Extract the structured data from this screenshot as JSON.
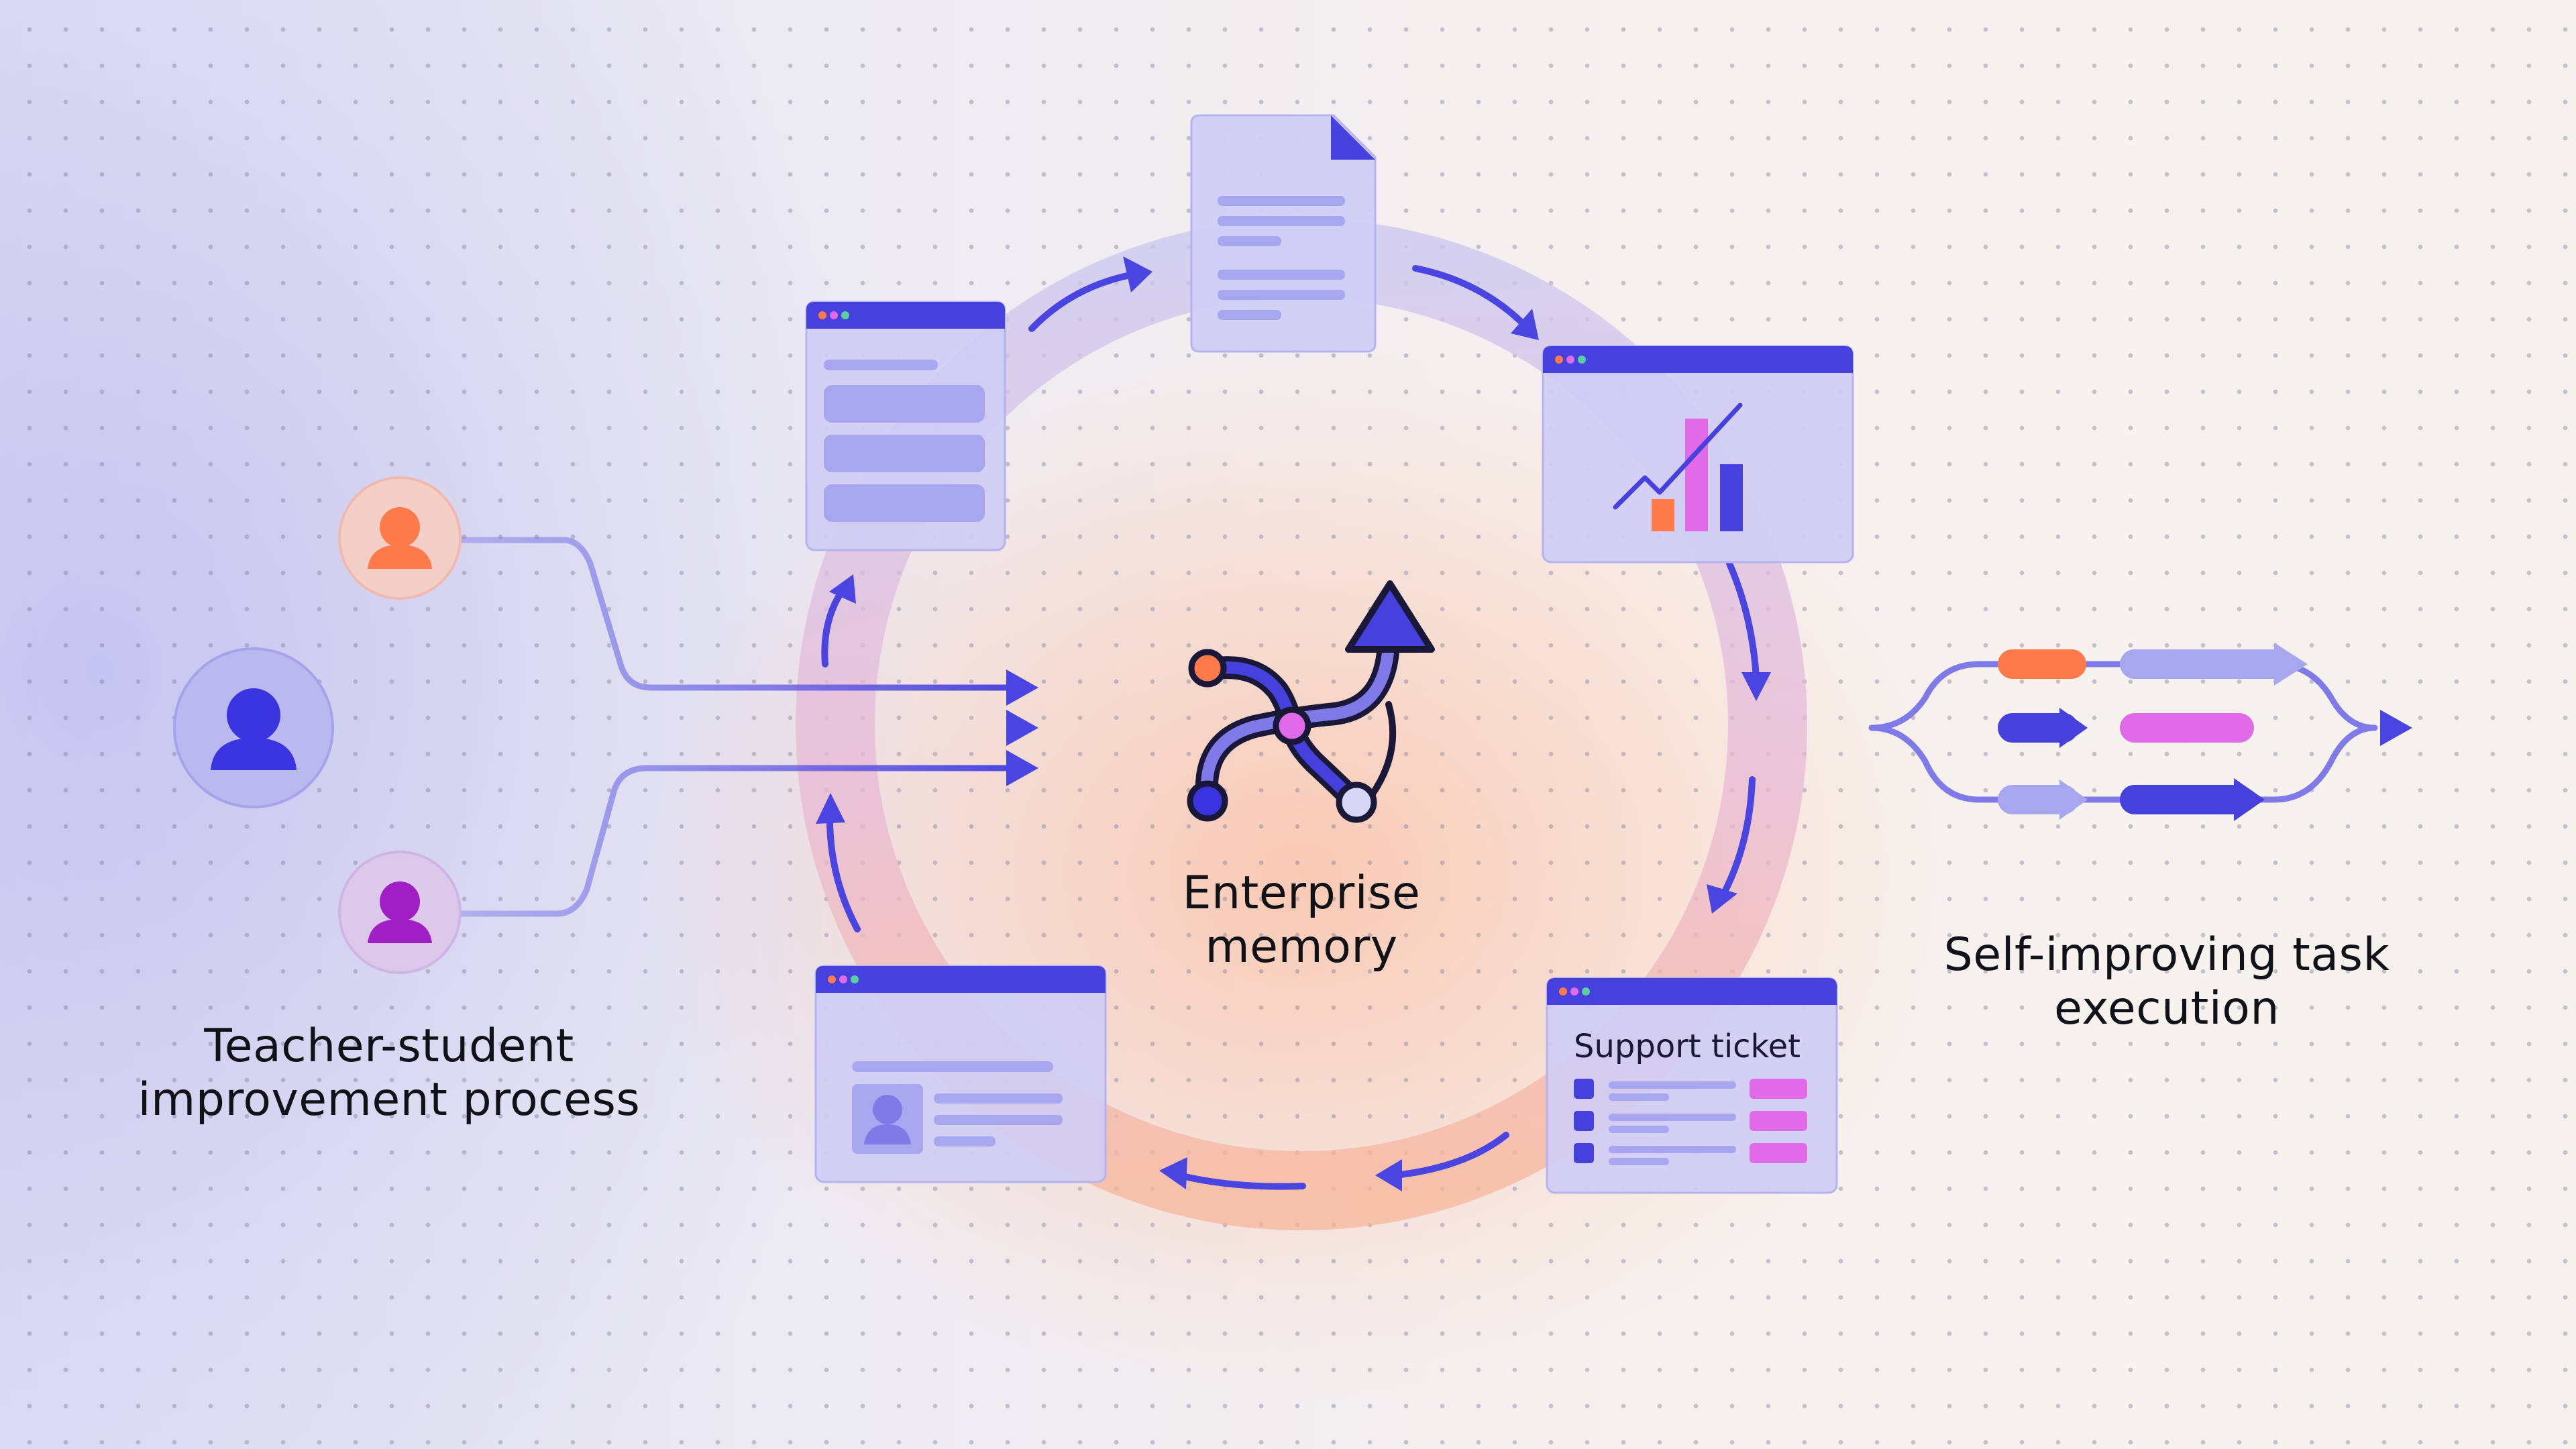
{
  "labels": {
    "teacher_line1": "Teacher-student",
    "teacher_line2": "improvement process",
    "memory_line1": "Enterprise",
    "memory_line2": "memory",
    "task_line1": "Self-improving task",
    "task_line2": "execution"
  },
  "cards": {
    "support_ticket_title": "Support ticket"
  },
  "colors": {
    "indigo": "#4640dc",
    "orange": "#ff7a4a",
    "magenta": "#e06ae8",
    "purple": "#9f1fc4",
    "lavender": "#a9a6f0",
    "dark_navy": "#1a1838"
  },
  "icons": {
    "users": [
      "user-icon-orange",
      "user-icon-main",
      "user-icon-purple"
    ],
    "center": "branching-path-icon",
    "cards": [
      "form-window-icon",
      "document-icon",
      "chart-window-icon",
      "support-ticket-window-icon",
      "profile-window-icon"
    ]
  }
}
